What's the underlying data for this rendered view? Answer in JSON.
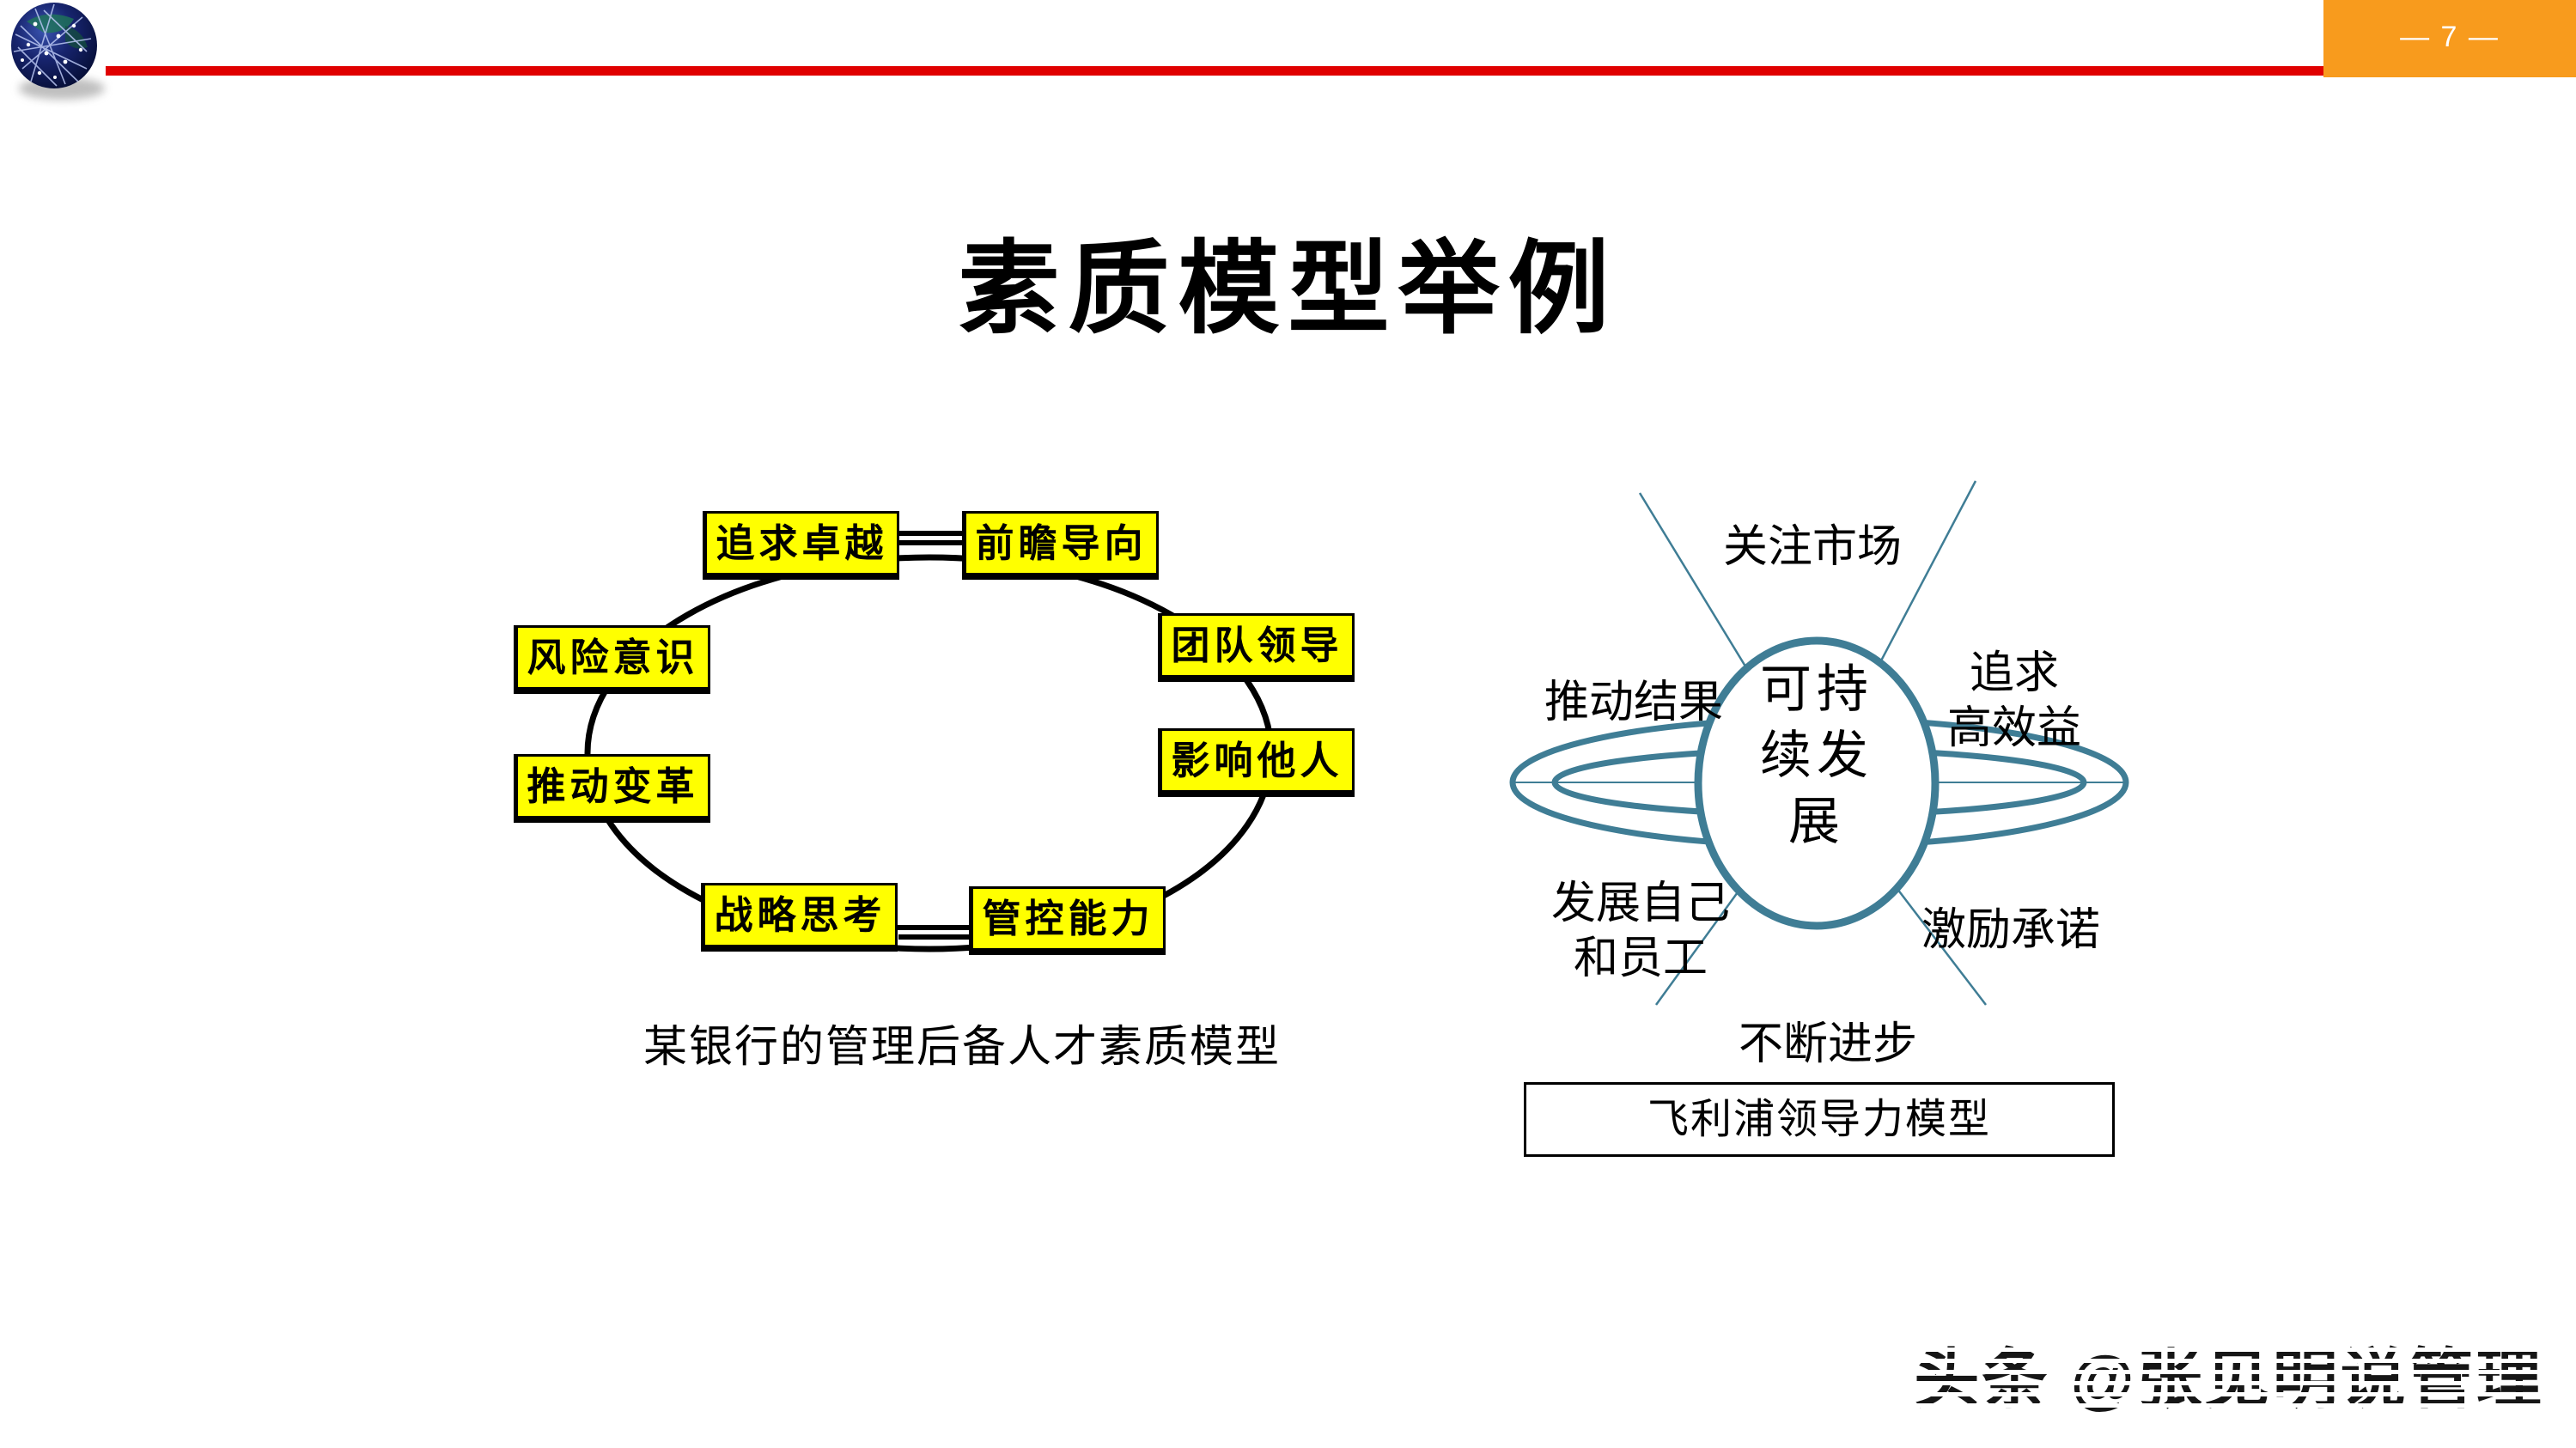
{
  "header": {
    "page_number": "— 7 —"
  },
  "title": "素质模型举例",
  "bank_model": {
    "boxes": [
      {
        "label": "追求卓越"
      },
      {
        "label": "前瞻导向"
      },
      {
        "label": "风险意识"
      },
      {
        "label": "团队领导"
      },
      {
        "label": "推动变革"
      },
      {
        "label": "影响他人"
      },
      {
        "label": "战略思考"
      },
      {
        "label": "管控能力"
      }
    ],
    "caption": "某银行的管理后备人才素质模型"
  },
  "philips_model": {
    "center_line1": "可持",
    "center_line2": "续发",
    "center_line3": "展",
    "label_top": "关注市场",
    "label_right_top_line1": "追求",
    "label_right_top_line2": "高效益",
    "label_left": "推动结果",
    "label_right_bottom": "激励承诺",
    "label_left_bottom_line1": "发展自己",
    "label_left_bottom_line2": "和员工",
    "label_bottom": "不断进步",
    "caption": "飞利浦领导力模型"
  },
  "watermark": "头条 @张见明说管理",
  "colors": {
    "accent_red": "#E00000",
    "accent_orange": "#F89B1D",
    "box_yellow": "#FFFF00",
    "diagram_teal": "#3F7D95"
  }
}
